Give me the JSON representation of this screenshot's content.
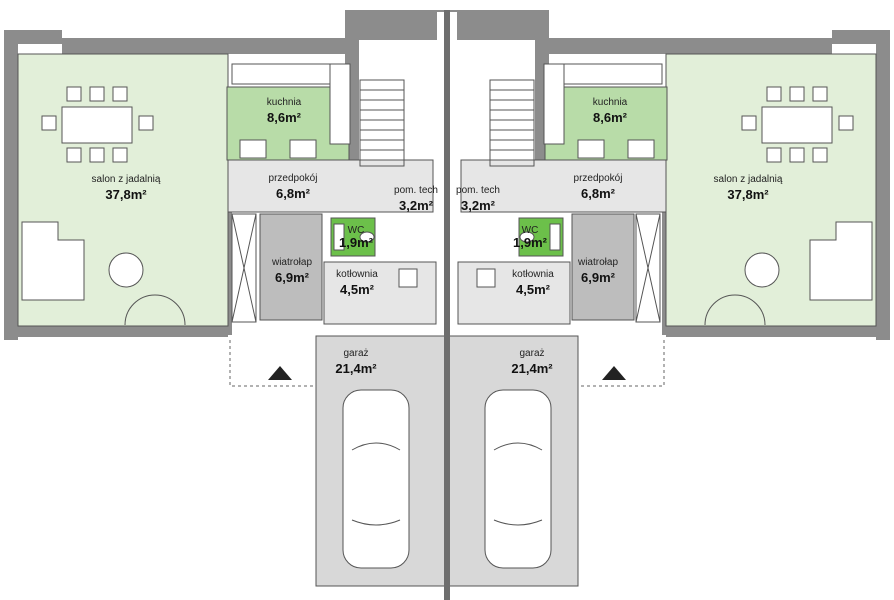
{
  "plan": {
    "colors": {
      "living": "#e2efd9",
      "kitchen": "#b8dca8",
      "wc": "#6cc04a",
      "garage": "#d8d8d8",
      "vestibule": "#bdbdbd",
      "hall": "#e6e6e6",
      "wall": "#8c8c8c"
    },
    "left": {
      "salon": {
        "name": "salon z jadalnią",
        "area": "37,8m²"
      },
      "kuchnia": {
        "name": "kuchnia",
        "area": "8,6m²"
      },
      "przedpokoj": {
        "name": "przedpokój",
        "area": "6,8m²"
      },
      "pomtech": {
        "name": "pom. tech",
        "area": "3,2m²"
      },
      "wc": {
        "name": "WC",
        "area": "1,9m²"
      },
      "wiatrolap": {
        "name": "wiatrołap",
        "area": "6,9m²"
      },
      "kotlownia": {
        "name": "kotłownia",
        "area": "4,5m²"
      },
      "garaz": {
        "name": "garaż",
        "area": "21,4m²"
      }
    },
    "right": {
      "salon": {
        "name": "salon z jadalnią",
        "area": "37,8m²"
      },
      "kuchnia": {
        "name": "kuchnia",
        "area": "8,6m²"
      },
      "przedpokoj": {
        "name": "przedpokój",
        "area": "6,8m²"
      },
      "pomtech": {
        "name": "pom. tech",
        "area": "3,2m²"
      },
      "wc": {
        "name": "WC",
        "area": "1,9m²"
      },
      "wiatrolap": {
        "name": "wiatrołap",
        "area": "6,9m²"
      },
      "kotlownia": {
        "name": "kotłownia",
        "area": "4,5m²"
      },
      "garaz": {
        "name": "garaż",
        "area": "21,4m²"
      }
    }
  }
}
